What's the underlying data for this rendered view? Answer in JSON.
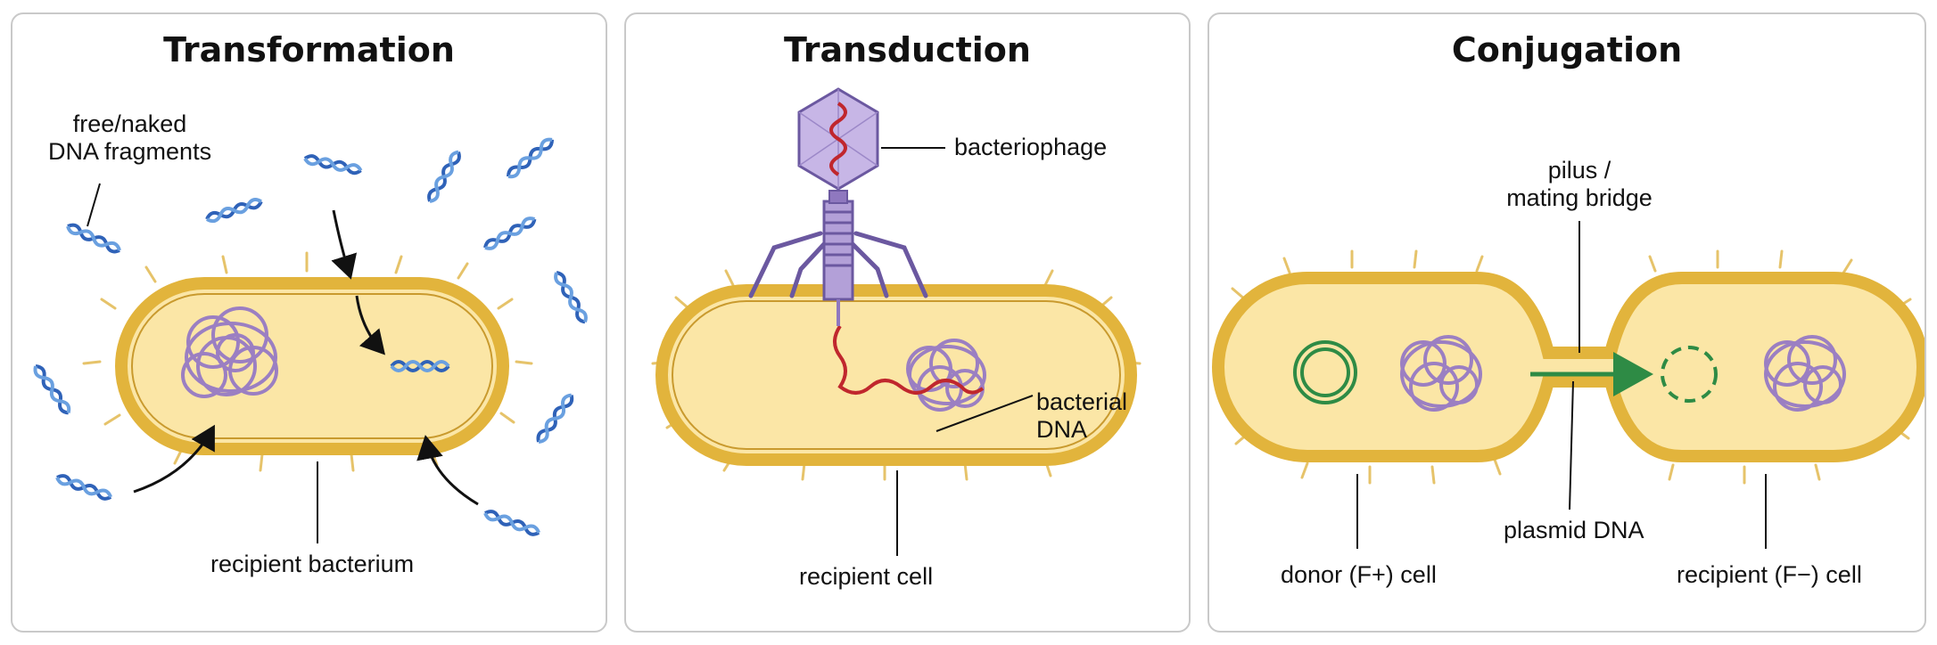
{
  "panels": [
    {
      "title": "Transformation",
      "labels": {
        "fragments": "free/naked\nDNA fragments",
        "cell": "recipient bacterium"
      }
    },
    {
      "title": "Transduction",
      "labels": {
        "phage": "bacteriophage",
        "dna": "bacterial\nDNA",
        "cell": "recipient cell"
      }
    },
    {
      "title": "Conjugation",
      "labels": {
        "pilus": "pilus /\nmating bridge",
        "plasmid": "plasmid DNA",
        "donor": "donor (F+) cell",
        "recipient": "recipient (F−) cell"
      }
    }
  ],
  "colors": {
    "cell_fill": "#fbe6a6",
    "cell_wall": "#e2b43c",
    "chromosome": "#9b7fc2",
    "dna_fragment": "#2f62b8",
    "phage": "#8f78bf",
    "phage_dna": "#c0272d",
    "plasmid": "#2e8b45",
    "arrow": "#111111"
  }
}
